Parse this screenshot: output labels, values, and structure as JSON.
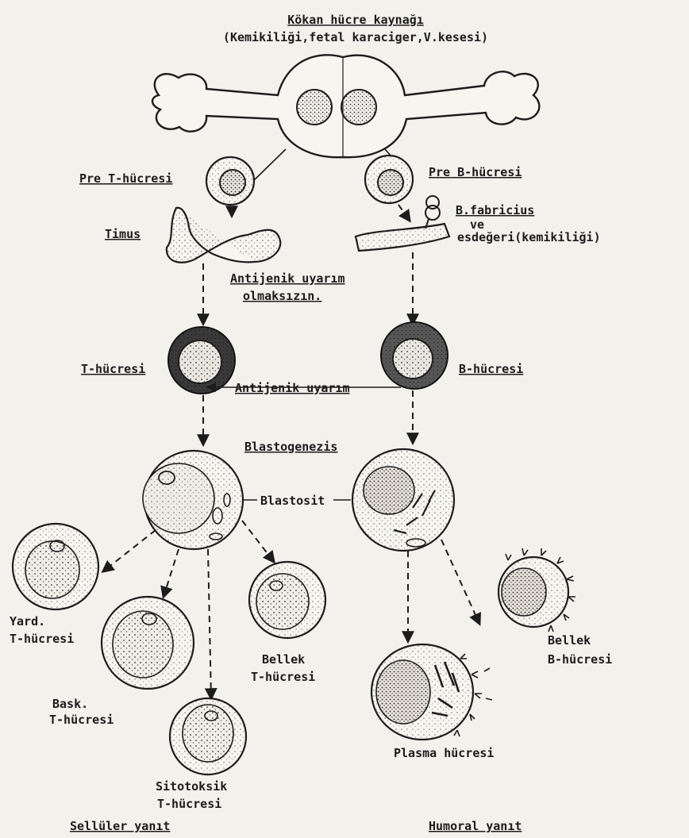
{
  "title": {
    "line1": "Kökan hücre kaynağı",
    "line2": "(Kemikiliği,fetal karaciger,V.kesesi)"
  },
  "labels": {
    "pre_t": "Pre T-hücresi",
    "pre_b": "Pre B-hücresi",
    "timus": "Timus",
    "b_fabricius": "B.fabricius",
    "ve": "ve",
    "esdegeri": "esdeğeri(kemikiliği)",
    "antijenik_uyarim_olmaksizin_1": "Antijenik uyarım",
    "antijenik_uyarim_olmaksizin_2": "olmaksızın.",
    "t_hucresi": "T-hücresi",
    "b_hucresi": "B-hücresi",
    "antijenik_uyarim": "Antijenik uyarım",
    "blastogenezis": "Blastogenezis",
    "blastosit": "Blastosit",
    "yard_1": "Yard.",
    "yard_2": "T-hücresi",
    "bask_1": "Bask.",
    "bask_2": "T-hücresi",
    "bellek_t_1": "Bellek",
    "bellek_t_2": "T-hücresi",
    "bellek_b_1": "Bellek",
    "bellek_b_2": "B-hücresi",
    "sitotoksik_1": "Sitotoksik",
    "sitotoksik_2": "T-hücresi",
    "plasma": "Plasma hücresi",
    "sellular": "Sellüler yanıt",
    "humoral": "Humoral yanıt"
  }
}
